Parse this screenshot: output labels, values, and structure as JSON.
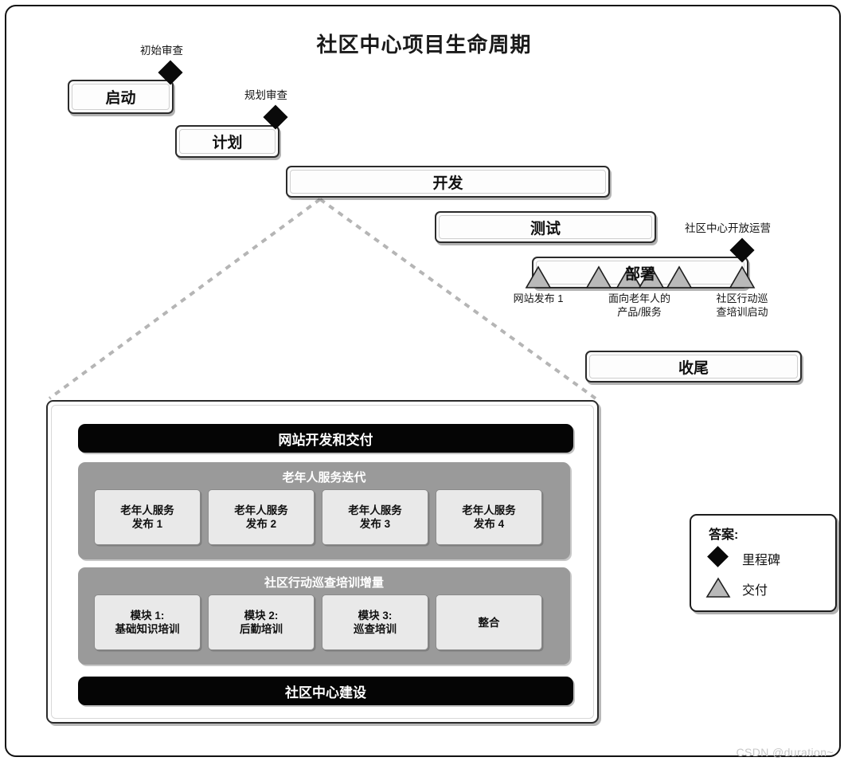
{
  "page": {
    "title": "社区中心项目生命周期",
    "watermark": "CSDN @duration~"
  },
  "timeline": {
    "phases": [
      {
        "name": "startup",
        "label": "启动"
      },
      {
        "name": "plan",
        "label": "计划"
      },
      {
        "name": "develop",
        "label": "开发"
      },
      {
        "name": "test",
        "label": "测试"
      },
      {
        "name": "deploy",
        "label": "部署"
      },
      {
        "name": "closeout",
        "label": "收尾"
      }
    ],
    "milestones": [
      {
        "name": "initial-review",
        "label": "初始审查"
      },
      {
        "name": "planning-review",
        "label": "规划审查"
      },
      {
        "name": "center-opening",
        "label": "社区中心开放运营"
      }
    ],
    "deliverables": [
      {
        "name": "website-release-1",
        "label": "网站发布 1"
      },
      {
        "name": "elderly-products",
        "label": "面向老年人的\n产品/服务"
      },
      {
        "name": "patrol-training",
        "label": "社区行动巡\n查培训启动"
      }
    ],
    "deliverable_marker_count": 6
  },
  "detail": {
    "band_top": {
      "label": "网站开发和交付"
    },
    "group_1": {
      "title": "老年人服务迭代",
      "items": [
        {
          "label": "老年人服务\n发布 1"
        },
        {
          "label": "老年人服务\n发布 2"
        },
        {
          "label": "老年人服务\n发布 3"
        },
        {
          "label": "老年人服务\n发布 4"
        }
      ]
    },
    "group_2": {
      "title": "社区行动巡查培训增量",
      "items": [
        {
          "label": "模块 1:\n基础知识培训"
        },
        {
          "label": "模块 2:\n后勤培训"
        },
        {
          "label": "模块 3:\n巡查培训"
        },
        {
          "label": "整合"
        }
      ]
    },
    "band_bottom": {
      "label": "社区中心建设"
    }
  },
  "legend": {
    "title": "答案:",
    "entries": [
      {
        "symbol": "diamond",
        "label": "里程碑"
      },
      {
        "symbol": "triangle",
        "label": "交付"
      }
    ]
  },
  "colors": {
    "ink": "#111111",
    "band": "#050505",
    "group": "#9a9a9a",
    "sub_box": "#e9e9e9",
    "marker_gray": "#b9b9b9",
    "dash": "#b5b5b5"
  }
}
